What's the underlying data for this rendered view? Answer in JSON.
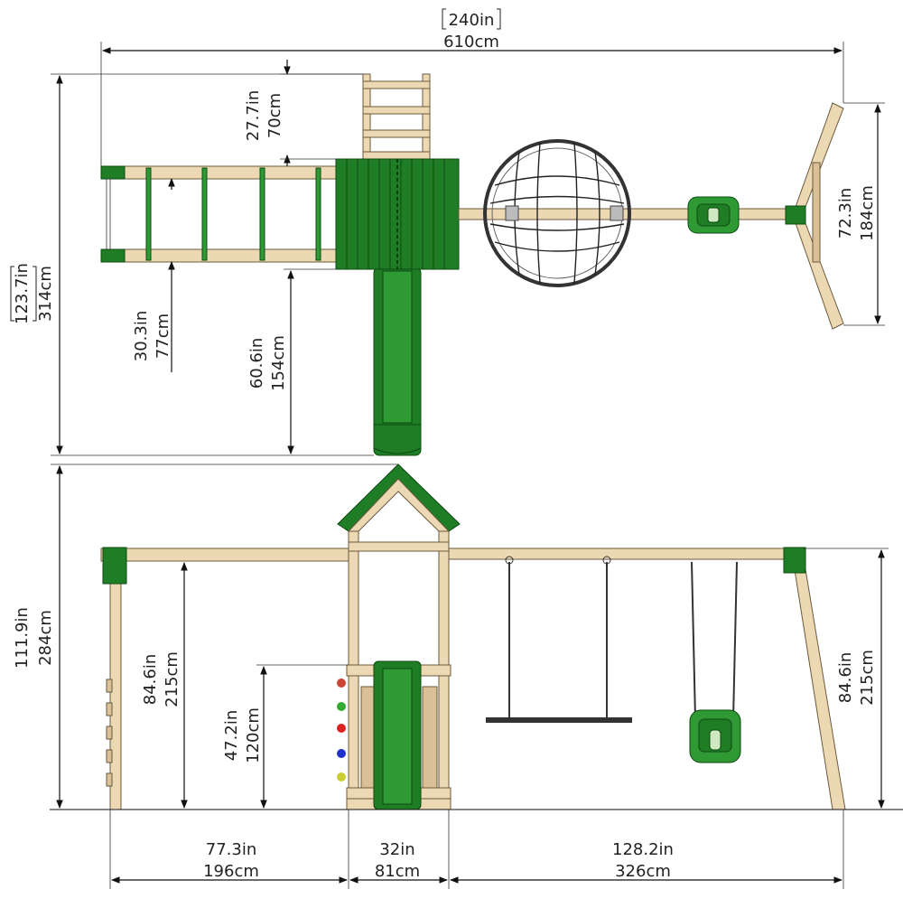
{
  "dimensions": {
    "total_width": {
      "inches": "240in",
      "cm": "610cm"
    },
    "total_depth": {
      "inches": "123.7in",
      "cm": "314cm"
    },
    "ladder_length": {
      "inches": "27.7in",
      "cm": "70cm"
    },
    "monkey_bar_width": {
      "inches": "30.3in",
      "cm": "77cm"
    },
    "slide_projection": {
      "inches": "60.6in",
      "cm": "154cm"
    },
    "a_frame_width": {
      "inches": "72.3in",
      "cm": "184cm"
    },
    "total_height": {
      "inches": "111.9in",
      "cm": "284cm"
    },
    "monkey_bar_height": {
      "inches": "84.6in",
      "cm": "215cm"
    },
    "platform_height": {
      "inches": "47.2in",
      "cm": "120cm"
    },
    "swing_beam_height": {
      "inches": "84.6in",
      "cm": "215cm"
    },
    "monkey_bar_span": {
      "inches": "77.3in",
      "cm": "196cm"
    },
    "tower_width": {
      "inches": "32in",
      "cm": "81cm"
    },
    "swing_span": {
      "inches": "128.2in",
      "cm": "326cm"
    }
  },
  "colors": {
    "wood": "#ecd8b2",
    "green": "#1f7d26",
    "rope": "#333333"
  }
}
